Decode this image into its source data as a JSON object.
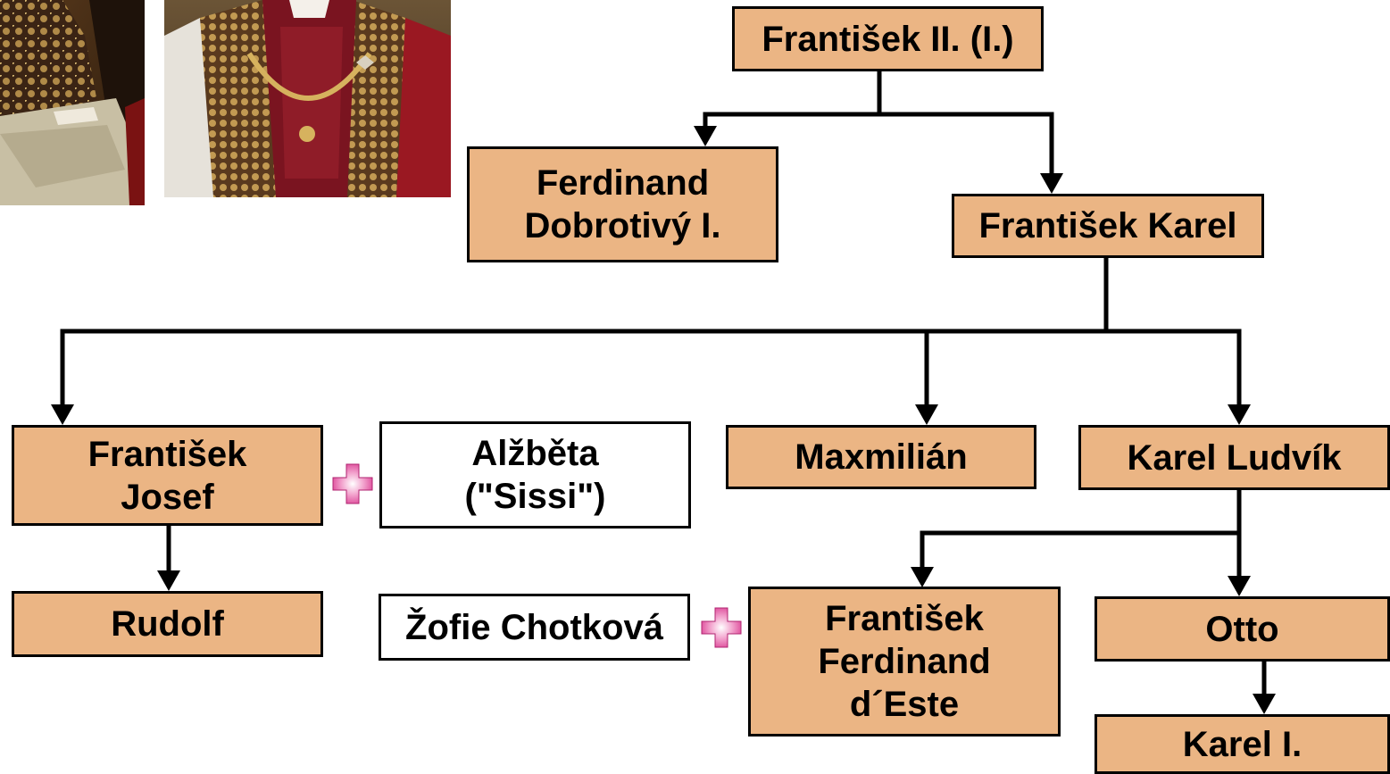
{
  "colors": {
    "node_fill": "#ebb584",
    "spouse_fill": "#ffffff",
    "border": "#000000",
    "marriage_symbol": "#d9388f"
  },
  "nodes": {
    "frantisek_ii": "František II. (I.)",
    "ferdinand": "Ferdinand\nDobrotivý I.",
    "frantisek_karel": "František Karel",
    "frantisek_josef": "František\nJosef",
    "alzbeta": "Alžběta\n(\"Sissi\")",
    "maxmilian": "Maxmilián",
    "karel_ludvik": "Karel Ludvík",
    "rudolf": "Rudolf",
    "zofie": "Žofie Chotková",
    "frantisek_ferdinand": "František\nFerdinand\nd´Este",
    "otto": "Otto",
    "karel_i": "Karel I."
  },
  "icons": {
    "marriage": "pink-cross-icon",
    "arrow": "arrow-down-icon"
  }
}
